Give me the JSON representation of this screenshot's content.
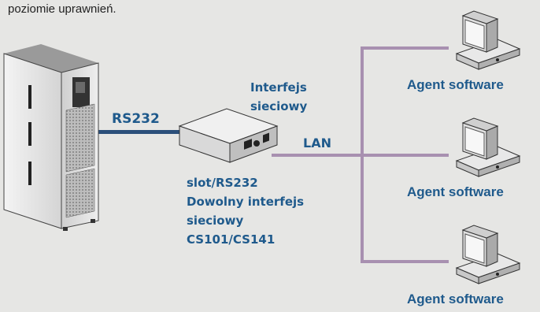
{
  "caption": "poziomie uprawnień.",
  "labels": {
    "rs232": "RS232",
    "lan": "LAN",
    "interface_title_1": "Interfejs",
    "interface_title_2": "sieciowy",
    "device_line1": "slot/RS232",
    "device_line2": "Dowolny interfejs",
    "device_line3": "sieciowy",
    "device_line4": "CS101/CS141",
    "agent_1": "Agent software",
    "agent_2": "Agent software",
    "agent_3": "Agent software"
  },
  "colors": {
    "label": "#1f5a8c",
    "rs232_line": "#2b4f7a",
    "lan_line": "#a890b0",
    "background": "#e6e6e4"
  },
  "icons": [
    "ups-cabinet",
    "network-interface-box",
    "computer-monitor"
  ]
}
